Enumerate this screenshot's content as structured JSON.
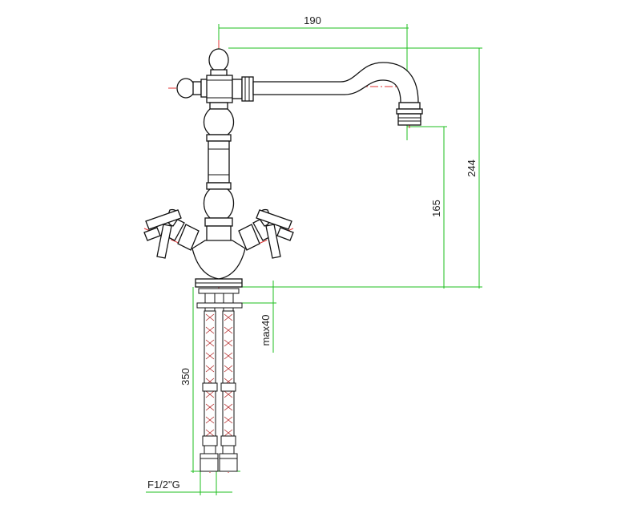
{
  "dimensions": {
    "spout_reach": "190",
    "total_height": "244",
    "spout_height": "165",
    "hose_length": "350",
    "max_deck_thickness": "max40",
    "connection_thread": "F1/2\"G"
  },
  "colors": {
    "dimension_lines": "#1fbf1f",
    "center_lines": "#e03030",
    "outline": "#111111"
  }
}
